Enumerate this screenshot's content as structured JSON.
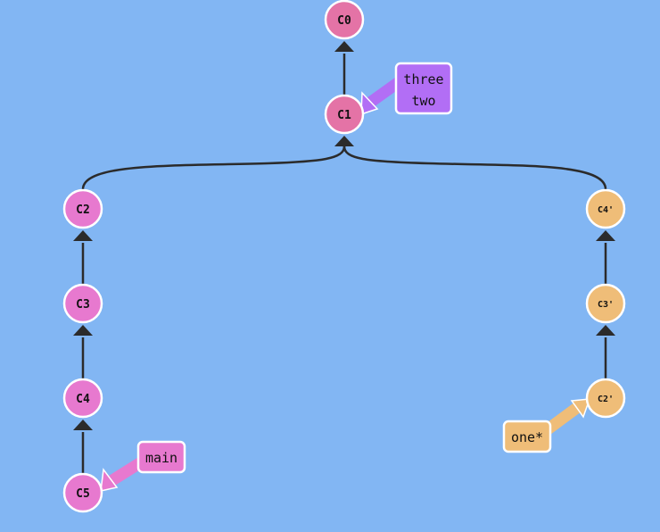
{
  "colors": {
    "background": "#82b6f3",
    "edge": "#2b2b2b",
    "node_stroke": "#ffffff",
    "commit_c0_c1": "#e473a6",
    "commit_main_line": "#e779cf",
    "commit_rebased": "#efbd78",
    "label_three_two": "#b26ef5",
    "label_main": "#e779cf",
    "label_one": "#efbd78"
  },
  "commits": {
    "c0": "C0",
    "c1": "C1",
    "c2": "C2",
    "c3": "C3",
    "c4": "C4",
    "c5": "C5",
    "c2p": "C2'",
    "c3p": "C3'",
    "c4p": "C4'"
  },
  "branches": {
    "three": "three",
    "two": "two",
    "main": "main",
    "one": "one*"
  }
}
